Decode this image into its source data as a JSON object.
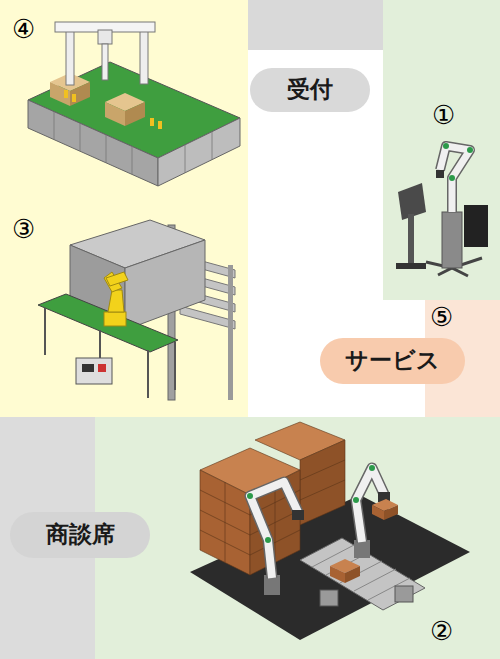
{
  "diagram": {
    "nodes": [
      {
        "text": [
          "受付"
        ]
      },
      {
        "text": [
          "サービス"
        ]
      },
      {
        "text": [
          "商談席"
        ]
      }
    ],
    "labels": [
      "④",
      "①",
      "③",
      "⑤",
      "②"
    ]
  }
}
